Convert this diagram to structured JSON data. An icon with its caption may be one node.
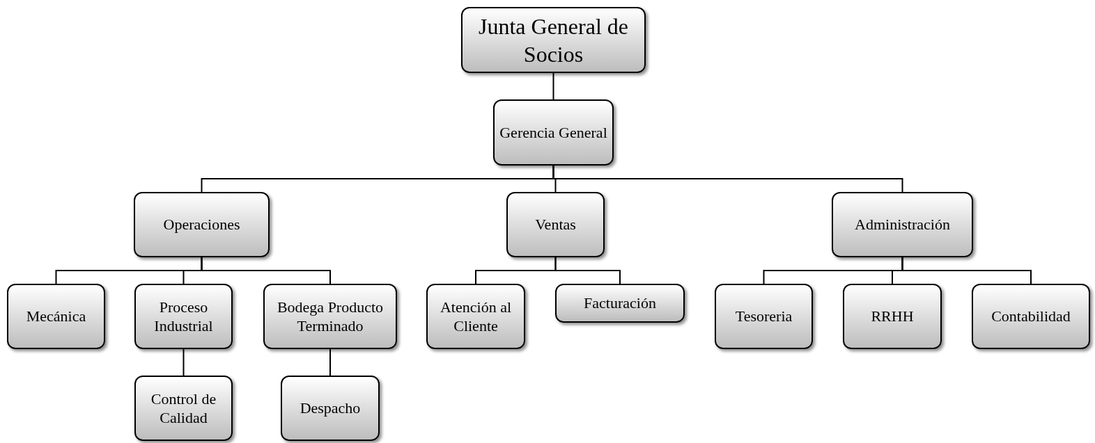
{
  "diagram": {
    "nodes": [
      {
        "text": [
          "Junta General de Socios"
        ]
      },
      {
        "text": [
          "Gerencia General"
        ]
      },
      {
        "text": [
          "Operaciones"
        ]
      },
      {
        "text": [
          "Ventas"
        ]
      },
      {
        "text": [
          "Administración"
        ]
      },
      {
        "text": [
          "Mecánica"
        ]
      },
      {
        "text": [
          "Proceso Industrial"
        ]
      },
      {
        "text": [
          "Bodega Producto Terminado"
        ]
      },
      {
        "text": [
          "Atención al Cliente"
        ]
      },
      {
        "text": [
          "Facturación"
        ]
      },
      {
        "text": [
          "Tesoreria"
        ]
      },
      {
        "text": [
          "RRHH"
        ]
      },
      {
        "text": [
          "Contabilidad"
        ]
      },
      {
        "text": [
          "Control de Calidad"
        ]
      },
      {
        "text": [
          "Despacho"
        ]
      }
    ],
    "edges": [
      {
        "from": 0,
        "to": 1,
        "arrow": "none"
      },
      {
        "from": 1,
        "to": 2,
        "arrow": "none"
      },
      {
        "from": 1,
        "to": 3,
        "arrow": "none"
      },
      {
        "from": 1,
        "to": 4,
        "arrow": "none"
      },
      {
        "from": 2,
        "to": 5,
        "arrow": "none"
      },
      {
        "from": 2,
        "to": 6,
        "arrow": "none"
      },
      {
        "from": 2,
        "to": 7,
        "arrow": "none"
      },
      {
        "from": 3,
        "to": 8,
        "arrow": "none"
      },
      {
        "from": 3,
        "to": 9,
        "arrow": "none"
      },
      {
        "from": 4,
        "to": 10,
        "arrow": "none"
      },
      {
        "from": 4,
        "to": 11,
        "arrow": "none"
      },
      {
        "from": 4,
        "to": 12,
        "arrow": "none"
      },
      {
        "from": 6,
        "to": 13,
        "arrow": "none"
      },
      {
        "from": 7,
        "to": 14,
        "arrow": "none"
      }
    ]
  }
}
